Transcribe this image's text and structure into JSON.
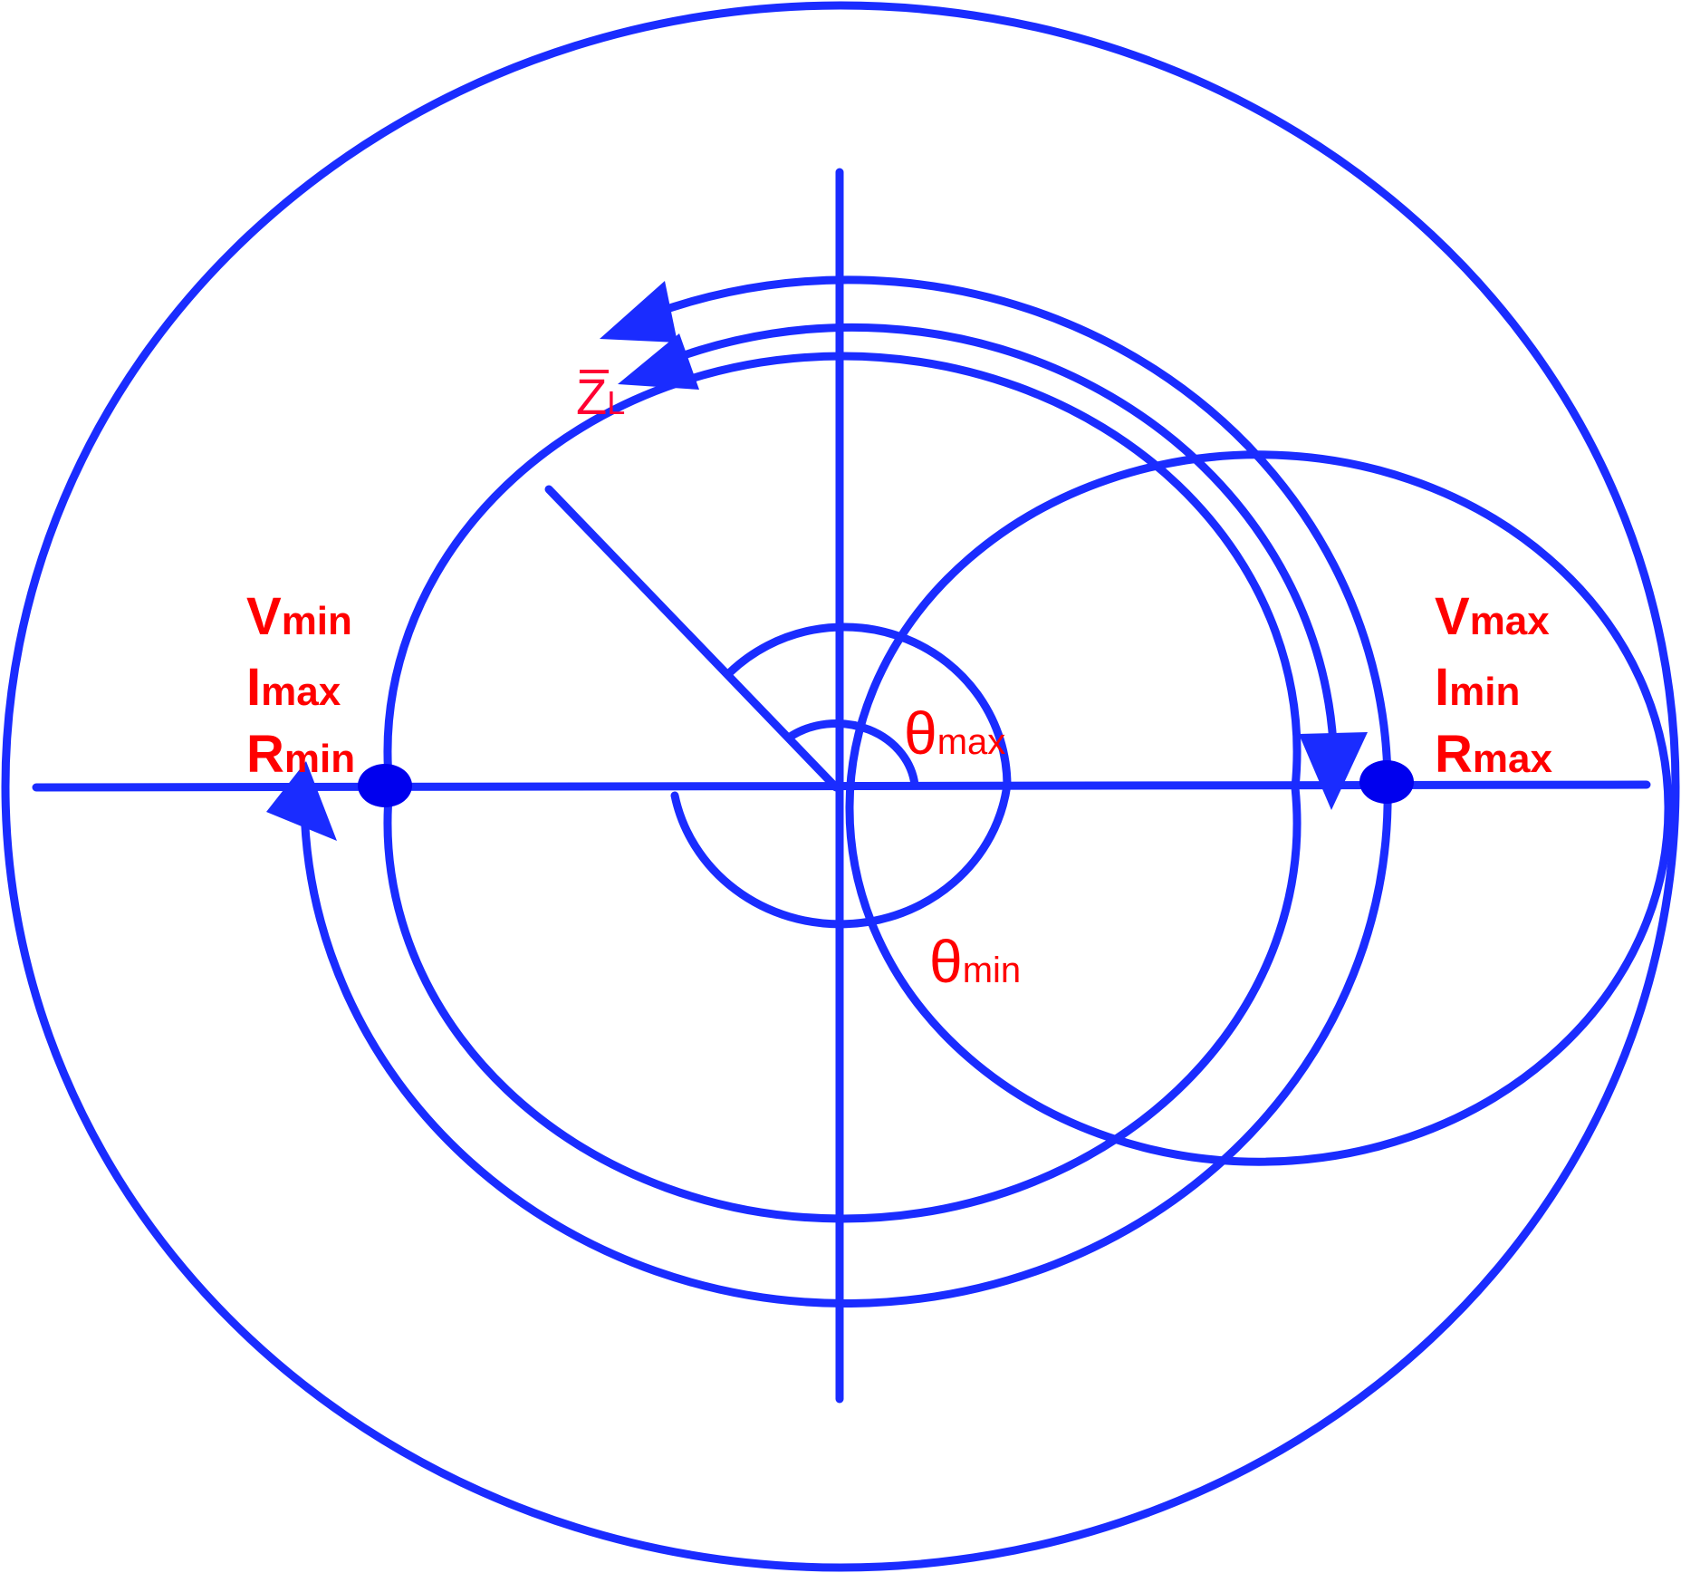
{
  "colors": {
    "stroke": "#1a2cff",
    "dot": "#0000ee",
    "label": "#ff0000",
    "zl_label": "#ff0033"
  },
  "left_point": {
    "line1": {
      "main": "V",
      "sub": "min"
    },
    "line2": {
      "main": "I",
      "sub": "max"
    },
    "line3": {
      "main": "R",
      "sub": "min"
    }
  },
  "right_point": {
    "line1": {
      "main": "V",
      "sub": "max"
    },
    "line2": {
      "main": "I",
      "sub": "min"
    },
    "line3": {
      "main": "R",
      "sub": "max"
    }
  },
  "theta_max": {
    "main": "θ",
    "sub": "max"
  },
  "theta_min": {
    "main": "θ",
    "sub": "min"
  },
  "load_impedance": {
    "main": "Z",
    "sub": "L"
  }
}
